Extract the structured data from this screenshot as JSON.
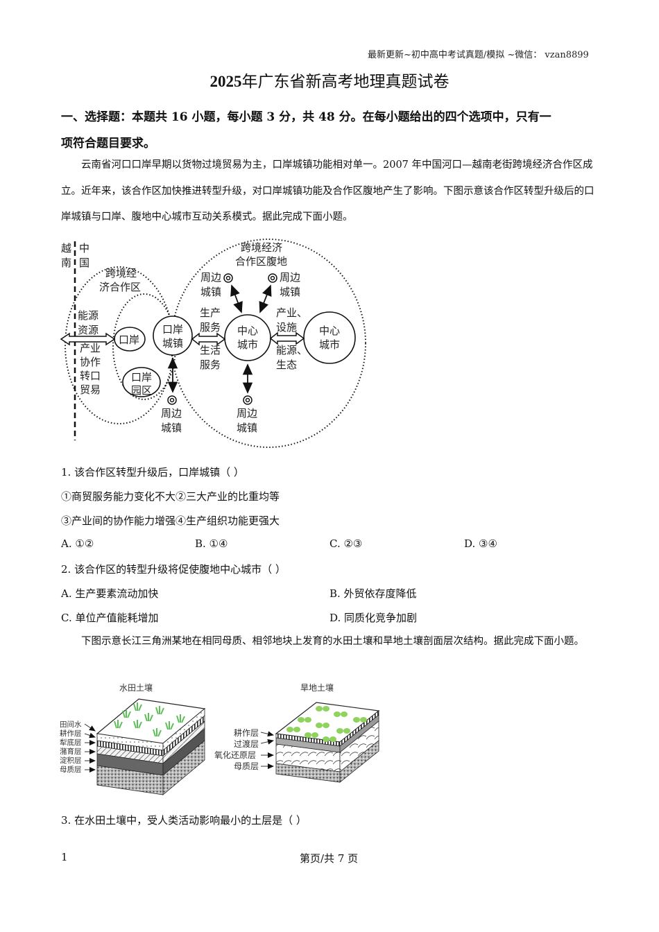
{
  "header_note": "最新更新~初中高中考试真题/模拟 ~微信： vzan8899",
  "title": {
    "year": "2025",
    "rest": "年广东省新高考地理真题试卷"
  },
  "section": {
    "line1": "一、选择题：本题共 16 小题，每小题 3 分，共 48 分。在每小题给出的四个选项中，只有一",
    "line2": "项符合题目要求。"
  },
  "passage1": "云南省河口口岸早期以货物过境贸易为主，口岸城镇功能相对单一。2007 年中国河口—越南老街跨境经济合作区成立。近年来，该合作区加快推进转型升级，对口岸城镇功能及合作区腹地产生了影响。下图示意该合作区转型升级后的口岸城镇与口岸、腹地中心城市互动关系模式。据此完成下面小题。",
  "diagram1": {
    "border_left": "越南",
    "border_right": "中国",
    "zone_label": "跨境经济合作区",
    "zone_label_lines": [
      "跨境经",
      "济合作区"
    ],
    "hinterland_label_lines": [
      "跨境经济",
      "合作区腹地"
    ],
    "left_flow_top": [
      "能源",
      "资源"
    ],
    "left_flow_bottom": [
      "产业",
      "协作",
      "转口",
      "贸易"
    ],
    "port": "口岸",
    "port_park": [
      "口岸",
      "园区"
    ],
    "port_town": [
      "口岸",
      "城镇"
    ],
    "mid_flow_top": [
      "生产",
      "服务"
    ],
    "mid_flow_bottom": [
      "生活",
      "服务"
    ],
    "center_city": [
      "中心",
      "城市"
    ],
    "right_flow_top": [
      "产业、",
      "设施"
    ],
    "right_flow_bottom": [
      "能源、",
      "生态"
    ],
    "far_city": [
      "中心",
      "城市"
    ],
    "peripheral_town": [
      "周边",
      "城镇"
    ]
  },
  "questions": [
    {
      "number": "1.",
      "stem": "1. 该合作区转型升级后，口岸城镇（ ）",
      "statements": [
        "①商贸服务能力变化不大②三大产业的比重均等",
        "③产业间的协作能力增强④生产组织功能更强大"
      ],
      "options": [
        "A. ①②",
        "B. ①④",
        "C. ②③",
        "D. ③④"
      ]
    },
    {
      "number": "2.",
      "stem": "2. 该合作区的转型升级将促使腹地中心城市（ ）",
      "options": [
        "A. 生产要素流动加快",
        "B. 外贸依存度降低",
        "C. 单位产值能耗增加",
        "D. 同质化竞争加剧"
      ]
    },
    {
      "number": "3.",
      "stem": "3. 在水田土壤中，受人类活动影响最小的土层是（ ）"
    }
  ],
  "passage2": "下图示意长江三角洲某地在相同母质、相邻地块上发育的水田土壤和旱地土壤剖面层次结构。据此完成下面小题。",
  "diagram2": {
    "paddy": {
      "title": "水田土壤",
      "layers": [
        "田间水",
        "耕作层",
        "犁底层",
        "潴育层",
        "淀积层",
        "母质层"
      ]
    },
    "dryland": {
      "title": "旱地土壤",
      "layers": [
        "耕作层",
        "过渡层",
        "氧化还原层",
        "母质层"
      ]
    },
    "plant_color": "#7ccf5a"
  },
  "footer": {
    "page_number": "1",
    "page_info": "第页/共 7 页"
  }
}
